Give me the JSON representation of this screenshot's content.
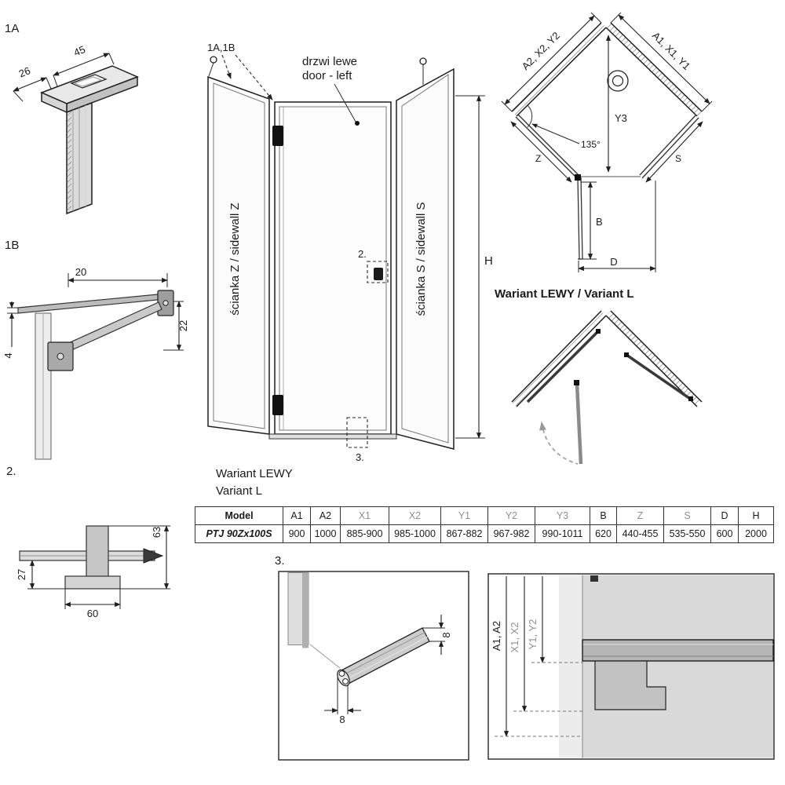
{
  "labels": {
    "detail_1a": "1A",
    "detail_1b": "1B",
    "detail_2": "2.",
    "detail_3": "3."
  },
  "detail_1a": {
    "dim_depth": "26",
    "dim_width": "45"
  },
  "detail_1b": {
    "dim_length": "20",
    "dim_thickness": "4",
    "dim_drop": "22"
  },
  "detail_2": {
    "dim_height": "63",
    "dim_offset": "27",
    "dim_base": "60"
  },
  "detail_3": {
    "dim_profile_height": "8",
    "dim_profile_width": "8"
  },
  "elevation": {
    "ref_profiles": "1A,1B",
    "door_label_pl": "drzwi lewe",
    "door_label_en": "door - left",
    "sidewall_z": "ścianka Z / sidewall Z",
    "sidewall_s": "ścianka S / sidewall S",
    "dim_height": "H",
    "ref_handle": "2.",
    "ref_threshold": "3."
  },
  "plan": {
    "dim_left_wall": "A2, X2, Y2",
    "dim_right_wall": "A1, X1, Y1",
    "dim_depth": "Y3",
    "angle": "135°",
    "dim_z": "Z",
    "dim_s": "S",
    "dim_b": "B",
    "dim_d": "D",
    "caption": "Wariant LEWY / Variant L"
  },
  "variant_note": {
    "line1": "Wariant LEWY",
    "line2": "Variant L"
  },
  "panel_detail": {
    "dim_a": "A1, A2",
    "dim_x": "X1, X2",
    "dim_y": "Y1, Y2"
  },
  "spec_table": {
    "headers": [
      "Model",
      "A1",
      "A2",
      "X1",
      "X2",
      "Y1",
      "Y2",
      "Y3",
      "B",
      "Z",
      "S",
      "D",
      "H"
    ],
    "row": [
      "PTJ 90Zx100S",
      "900",
      "1000",
      "885-900",
      "985-1000",
      "867-882",
      "967-982",
      "990-1011",
      "620",
      "440-455",
      "535-550",
      "600",
      "2000"
    ]
  },
  "colors": {
    "line": "#1a1a1a",
    "gray_text": "#909090",
    "profile_fill": "#c8c8c8"
  }
}
